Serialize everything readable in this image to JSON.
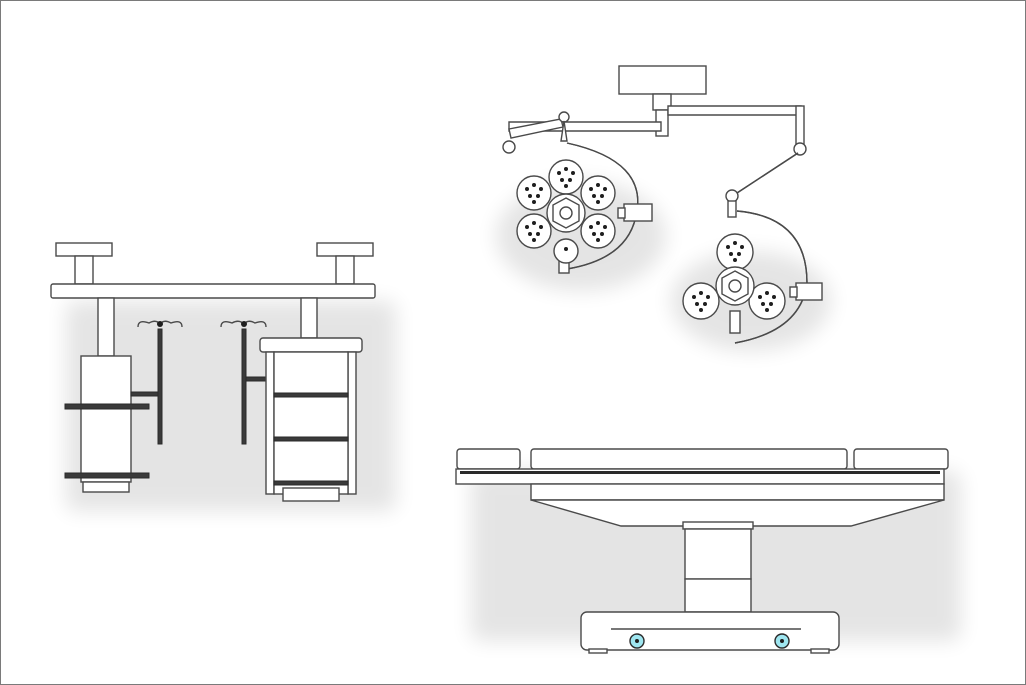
{
  "figure": {
    "title": "",
    "items": [
      {
        "id": "ceiling-pendant",
        "kind": "equipment"
      },
      {
        "id": "surgical-lights",
        "kind": "equipment"
      },
      {
        "id": "operating-table",
        "kind": "equipment"
      }
    ],
    "colors": {
      "stroke": "#4a4a4a",
      "fill": "#ffffff",
      "accent_caster": "#9fe6f0",
      "frame": "#7a7a7a"
    }
  }
}
